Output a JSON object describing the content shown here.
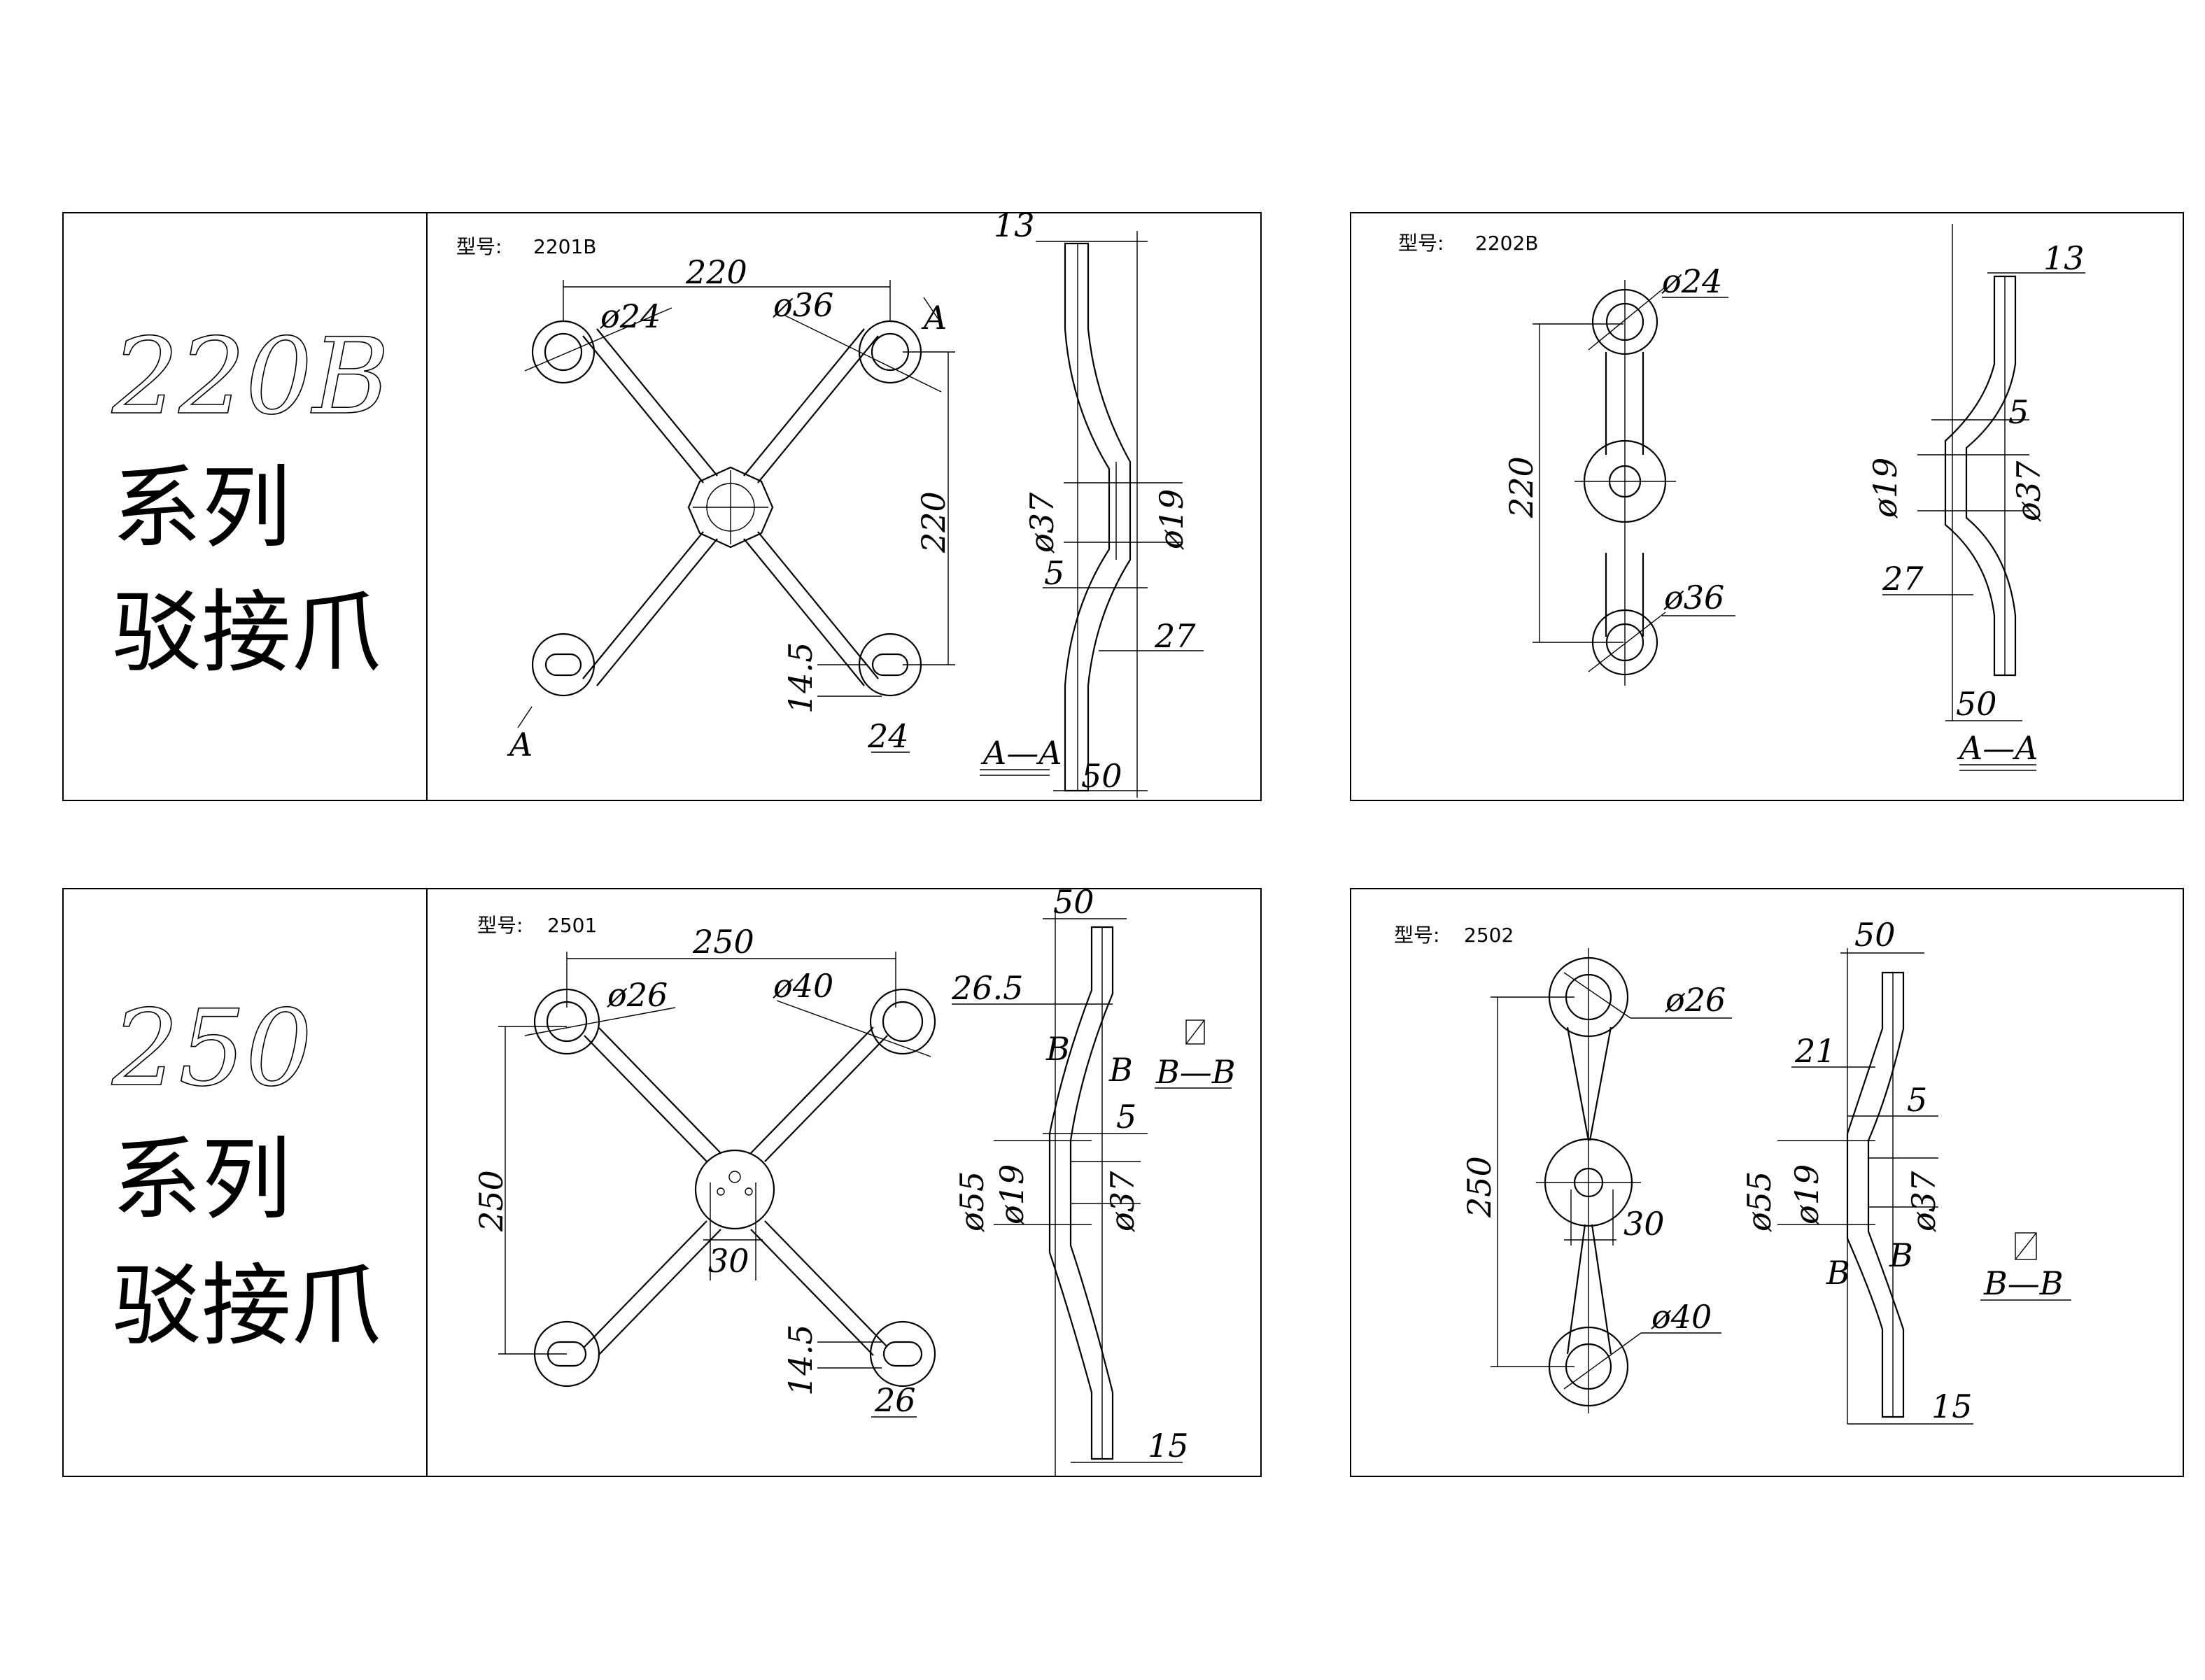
{
  "series_220": {
    "title_number": "220B",
    "title_line1": "系列",
    "title_line2": "驳接爪",
    "panel_2201b": {
      "model_label": "型号:",
      "model_code": "2201B",
      "dims": [
        "220",
        "ø24",
        "ø36",
        "220",
        "14.5",
        "24",
        "13",
        "ø37",
        "ø19",
        "5",
        "27",
        "50"
      ],
      "section_marks": [
        "A",
        "A"
      ],
      "section_label": "A—A"
    },
    "panel_2202b": {
      "model_label": "型号:",
      "model_code": "2202B",
      "dims": [
        "ø24",
        "220",
        "ø36",
        "13",
        "5",
        "ø19",
        "ø37",
        "27",
        "50"
      ],
      "section_label": "A—A"
    }
  },
  "series_250": {
    "title_number": "250",
    "title_line1": "系列",
    "title_line2": "驳接爪",
    "panel_2501": {
      "model_label": "型号:",
      "model_code": "2501",
      "dims": [
        "250",
        "ø26",
        "ø40",
        "250",
        "30",
        "14.5",
        "26",
        "50",
        "26.5",
        "5",
        "ø55",
        "ø19",
        "ø37",
        "15"
      ],
      "section_marks": [
        "B",
        "B"
      ],
      "section_label": "B—B"
    },
    "panel_2502": {
      "model_label": "型号:",
      "model_code": "2502",
      "dims": [
        "ø26",
        "250",
        "30",
        "ø40",
        "50",
        "21",
        "5",
        "ø55",
        "ø19",
        "ø37",
        "15"
      ],
      "section_marks": [
        "B",
        "B"
      ],
      "section_label": "B—B"
    }
  }
}
